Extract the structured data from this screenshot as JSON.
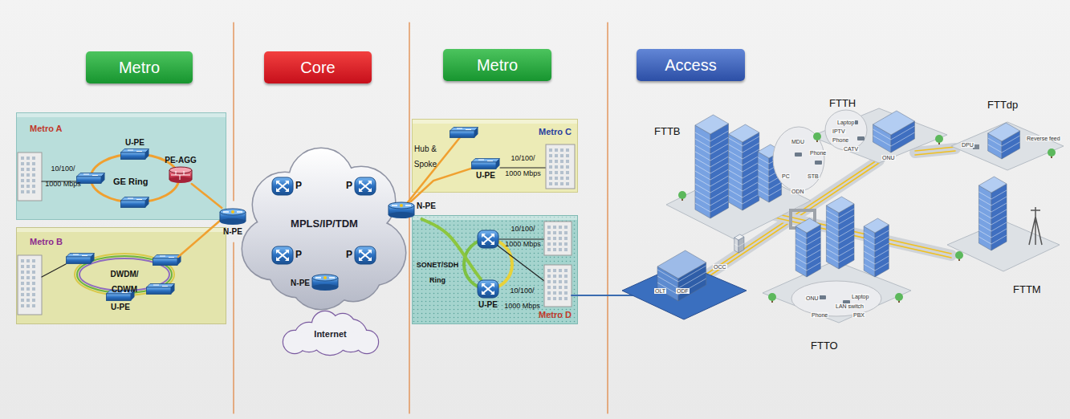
{
  "diagram": {
    "nodes": [
      {
        "text": [
          "Metro"
        ]
      },
      {
        "text": [
          "Core"
        ]
      },
      {
        "text": [
          "Metro"
        ]
      },
      {
        "text": [
          "Access"
        ]
      },
      {
        "text": [
          "Metro A"
        ]
      },
      {
        "text": [
          "U-PE"
        ],
        "in": 4
      },
      {
        "text": [
          "PE-AGG"
        ],
        "in": 4
      },
      {
        "text": [
          "Metro B"
        ]
      },
      {
        "text": [
          "U-PE"
        ],
        "in": 7
      },
      {
        "text": [
          "N-PE"
        ]
      },
      {
        "text": [
          "MPLS/IP/TDM"
        ]
      },
      {
        "text": [
          "P"
        ],
        "in": 10
      },
      {
        "text": [
          "P"
        ],
        "in": 10
      },
      {
        "text": [
          "P"
        ],
        "in": 10
      },
      {
        "text": [
          "P"
        ],
        "in": 10
      },
      {
        "text": [
          "N-PE"
        ],
        "in": 10
      },
      {
        "text": [
          "Internet"
        ]
      },
      {
        "text": [
          "Metro C"
        ]
      },
      {
        "text": [
          "U-PE"
        ],
        "in": 17
      },
      {
        "text": [
          "N-PE"
        ]
      },
      {
        "text": [
          "Metro D"
        ]
      },
      {
        "text": [
          "U-PE"
        ],
        "in": 20
      }
    ],
    "edges": [
      {
        "from": 6,
        "to": 9,
        "arrow": "none"
      },
      {
        "from": 19,
        "to": 18,
        "arrow": "none"
      },
      {
        "from": 19,
        "to": 21,
        "arrow": "none"
      }
    ],
    "labels": [
      "10/100/ 1000 Mbps",
      "GE Ring",
      "DWDM/ CDWM",
      "Hub & Spoke",
      "10/100/ 1000 Mbps",
      "SONET/SDH Ring",
      "10/100/ 1000 Mbps",
      "10/100/ 1000 Mbps",
      "FTTB",
      "FTTH",
      "FTTdp",
      "FTTM",
      "FTTO",
      "MDU",
      "Phone",
      "STB",
      "ODN",
      "Laptop",
      "IPTV",
      "Phone",
      "CATV",
      "ONU",
      "Reverse feed",
      "DPU",
      "OCC",
      "OLT",
      "ODF",
      "ONU",
      "Laptop",
      "LAN switch",
      "Phone",
      "PBX",
      "PC"
    ]
  }
}
